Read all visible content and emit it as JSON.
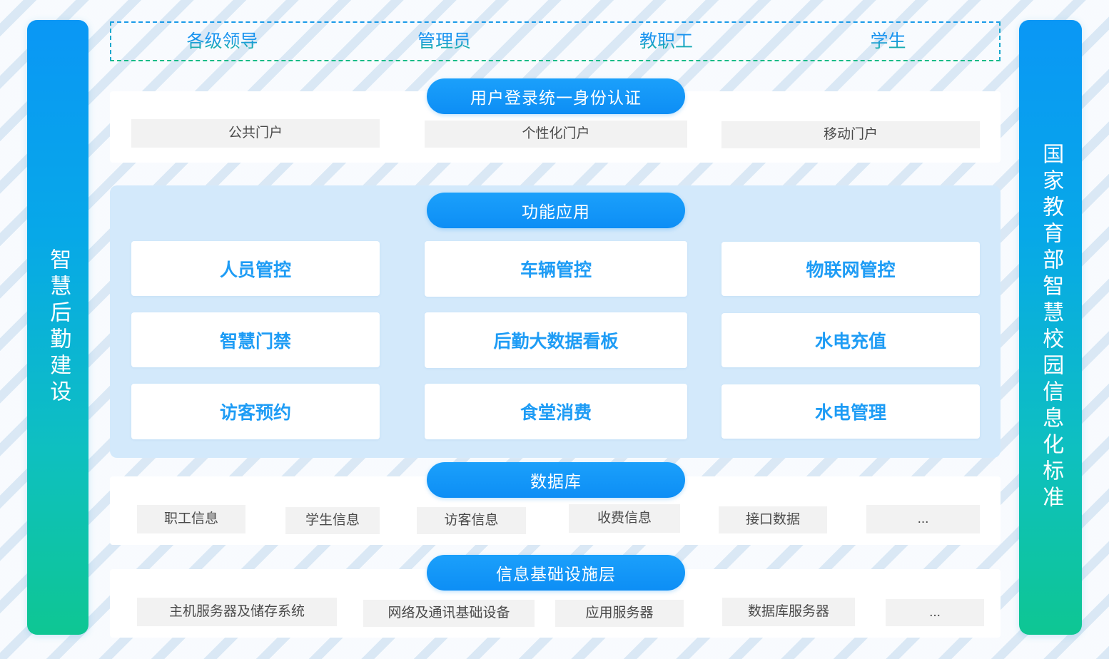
{
  "colors": {
    "accent_blue": "#0d8ef5",
    "accent_cyan": "#07a8e8",
    "accent_green": "#0ec693",
    "card_text_blue": "#1e9cf5",
    "chip_bg": "#f2f2f2",
    "chip_text": "#4a4a4a",
    "panel_blue_bg": "#d3e9fb",
    "dashed_border_green": "#12bb86",
    "dashed_border_blue": "#1a9ae8",
    "page_bg": "#f3f7fb"
  },
  "rails": {
    "left": {
      "label": "智慧后勤建设"
    },
    "right": {
      "label": "国家教育部智慧校园信息化标准"
    }
  },
  "users_band": {
    "items": [
      {
        "label": "各级领导"
      },
      {
        "label": "管理员"
      },
      {
        "label": "教职工"
      },
      {
        "label": "学生"
      }
    ]
  },
  "portal_layer": {
    "title": "用户登录统一身份认证",
    "items": [
      {
        "label": "公共门户"
      },
      {
        "label": "个性化门户"
      },
      {
        "label": "移动门户"
      }
    ]
  },
  "application_layer": {
    "title": "功能应用",
    "items": [
      {
        "label": "人员管控"
      },
      {
        "label": "车辆管控"
      },
      {
        "label": "物联网管控"
      },
      {
        "label": "智慧门禁"
      },
      {
        "label": "后勤大数据看板"
      },
      {
        "label": "水电充值"
      },
      {
        "label": "访客预约"
      },
      {
        "label": "食堂消费"
      },
      {
        "label": "水电管理"
      }
    ]
  },
  "database_layer": {
    "title": "数据库",
    "items": [
      {
        "label": "职工信息"
      },
      {
        "label": "学生信息"
      },
      {
        "label": "访客信息"
      },
      {
        "label": "收费信息"
      },
      {
        "label": "接口数据"
      },
      {
        "label": "..."
      }
    ]
  },
  "infrastructure_layer": {
    "title": "信息基础设施层",
    "items": [
      {
        "label": "主机服务器及储存系统"
      },
      {
        "label": "网络及通讯基础设备"
      },
      {
        "label": "应用服务器"
      },
      {
        "label": "数据库服务器"
      },
      {
        "label": "..."
      }
    ]
  }
}
